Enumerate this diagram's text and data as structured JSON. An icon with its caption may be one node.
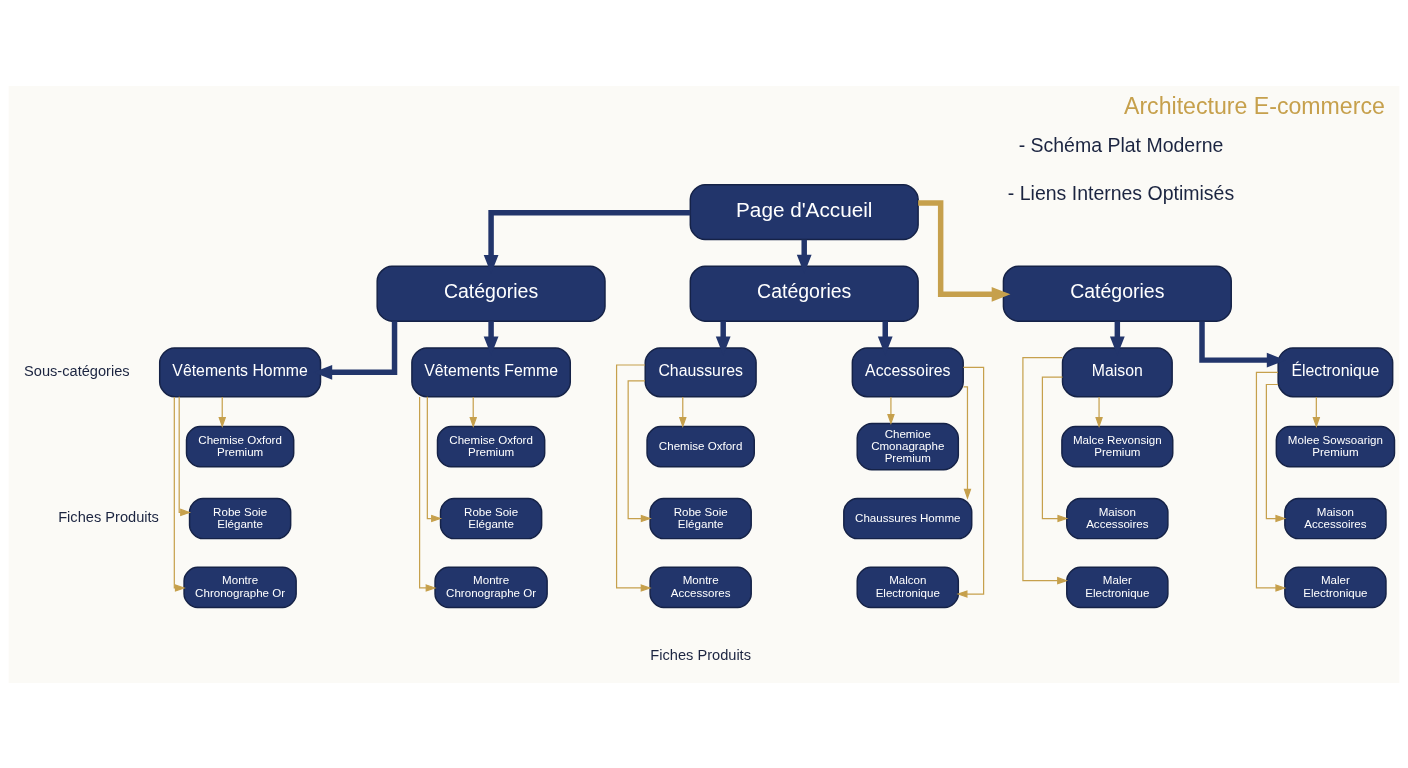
{
  "diagram": {
    "title": "Architecture E-commerce",
    "nodes": [
      {
        "text": [
          "Page d'Accueil"
        ]
      },
      {
        "text": [
          "Catégories"
        ]
      },
      {
        "text": [
          "Catégories"
        ]
      },
      {
        "text": [
          "Catégories"
        ]
      },
      {
        "text": [
          "Vêtements Homme"
        ]
      },
      {
        "text": [
          "Vêtements Femme"
        ]
      },
      {
        "text": [
          "Chaussures"
        ]
      },
      {
        "text": [
          "Accessoires"
        ]
      },
      {
        "text": [
          "Maison"
        ]
      },
      {
        "text": [
          "Électronique"
        ]
      },
      {
        "text": [
          "Chemise Oxford Premium"
        ]
      },
      {
        "text": [
          "Chemise Oxford Premium"
        ]
      },
      {
        "text": [
          "Chemise Oxford"
        ]
      },
      {
        "text": [
          "Chemioe Cmonagraphe Premium"
        ]
      },
      {
        "text": [
          "Malce Revonsign Premium"
        ]
      },
      {
        "text": [
          "Molee Sowsoarign Premium"
        ]
      },
      {
        "text": [
          "Robe Soie Elégante"
        ]
      },
      {
        "text": [
          "Robe Soie Elégante"
        ]
      },
      {
        "text": [
          "Robe Soie Elégante"
        ]
      },
      {
        "text": [
          "Chaussures Homme"
        ]
      },
      {
        "text": [
          "Maison Accessoires"
        ]
      },
      {
        "text": [
          "Maison Accessoires"
        ]
      },
      {
        "text": [
          "Montre Chronographe Or"
        ]
      },
      {
        "text": [
          "Montre Chronographe Or"
        ]
      },
      {
        "text": [
          "Montre Accessores"
        ]
      },
      {
        "text": [
          "Malcon Electronique"
        ]
      },
      {
        "text": [
          "Maler Electronique"
        ]
      },
      {
        "text": [
          "Maler Electronique"
        ]
      }
    ],
    "edges": [
      {
        "from": 0,
        "to": 1,
        "arrow": "to",
        "style": "thick",
        "color": "#22356b"
      },
      {
        "from": 0,
        "to": 2,
        "arrow": "to",
        "style": "thick",
        "color": "#22356b"
      },
      {
        "from": 0,
        "to": 3,
        "arrow": "to",
        "style": "thick"
      },
      {
        "from": 1,
        "to": 4,
        "arrow": "to",
        "style": "thick",
        "color": "#22356b"
      },
      {
        "from": 1,
        "to": 5,
        "arrow": "to",
        "style": "thick",
        "color": "#22356b"
      },
      {
        "from": 2,
        "to": 6,
        "arrow": "to",
        "style": "thick",
        "color": "#22356b"
      },
      {
        "from": 2,
        "to": 7,
        "arrow": "to",
        "style": "thick",
        "color": "#22356b"
      },
      {
        "from": 3,
        "to": 8,
        "arrow": "to",
        "style": "thick",
        "color": "#22356b"
      },
      {
        "from": 3,
        "to": 9,
        "arrow": "to",
        "style": "thick",
        "color": "#22356b"
      },
      {
        "from": 4,
        "to": 10,
        "arrow": "to"
      },
      {
        "from": 4,
        "to": 16,
        "arrow": "to"
      },
      {
        "from": 4,
        "to": 22,
        "arrow": "to"
      },
      {
        "from": 5,
        "to": 11,
        "arrow": "to"
      },
      {
        "from": 5,
        "to": 17,
        "arrow": "to"
      },
      {
        "from": 5,
        "to": 23,
        "arrow": "to"
      },
      {
        "from": 6,
        "to": 12,
        "arrow": "to"
      },
      {
        "from": 6,
        "to": 18,
        "arrow": "to"
      },
      {
        "from": 6,
        "to": 24,
        "arrow": "to"
      },
      {
        "from": 7,
        "to": 13,
        "arrow": "to"
      },
      {
        "from": 7,
        "to": 19,
        "arrow": "to"
      },
      {
        "from": 7,
        "to": 25,
        "arrow": "to"
      },
      {
        "from": 8,
        "to": 14,
        "arrow": "to"
      },
      {
        "from": 8,
        "to": 20,
        "arrow": "to"
      },
      {
        "from": 8,
        "to": 26,
        "arrow": "to"
      },
      {
        "from": 9,
        "to": 15,
        "arrow": "to"
      },
      {
        "from": 9,
        "to": 21,
        "arrow": "to"
      },
      {
        "from": 9,
        "to": 27,
        "arrow": "to"
      }
    ],
    "labels": [
      "- Schéma Plat Moderne",
      "- Liens Internes Optimisés",
      "Sous-catégories",
      "Fiches Produits",
      "Fiches Produits"
    ]
  }
}
